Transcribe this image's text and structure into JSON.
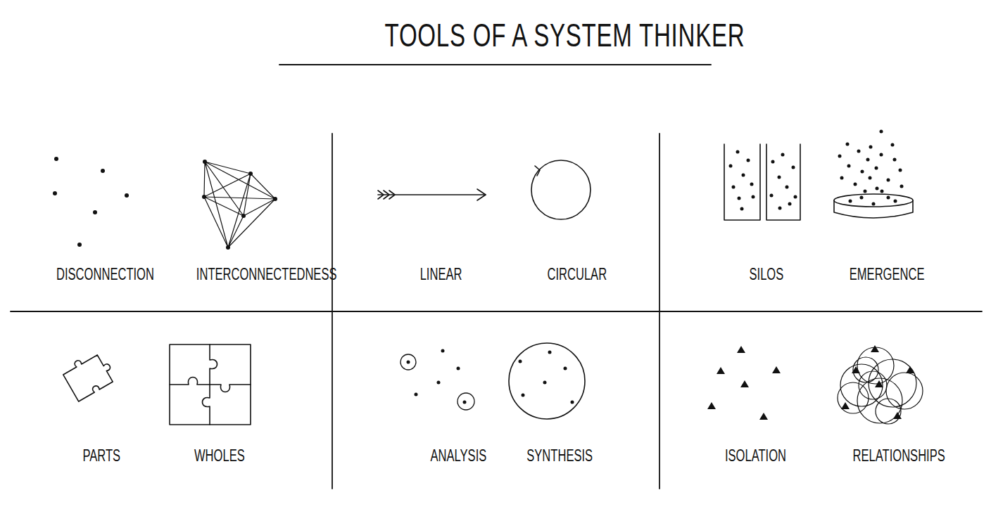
{
  "diagram": {
    "title": "TOOLS OF A SYSTEM THINKER",
    "labels": [
      "DISCONNECTION",
      "INTERCONNECTEDNESS",
      "LINEAR",
      "CIRCULAR",
      "SILOS",
      "EMERGENCE",
      "PARTS",
      "WHOLES",
      "ANALYSIS",
      "SYNTHESIS",
      "ISOLATION",
      "RELATIONSHIPS"
    ]
  }
}
